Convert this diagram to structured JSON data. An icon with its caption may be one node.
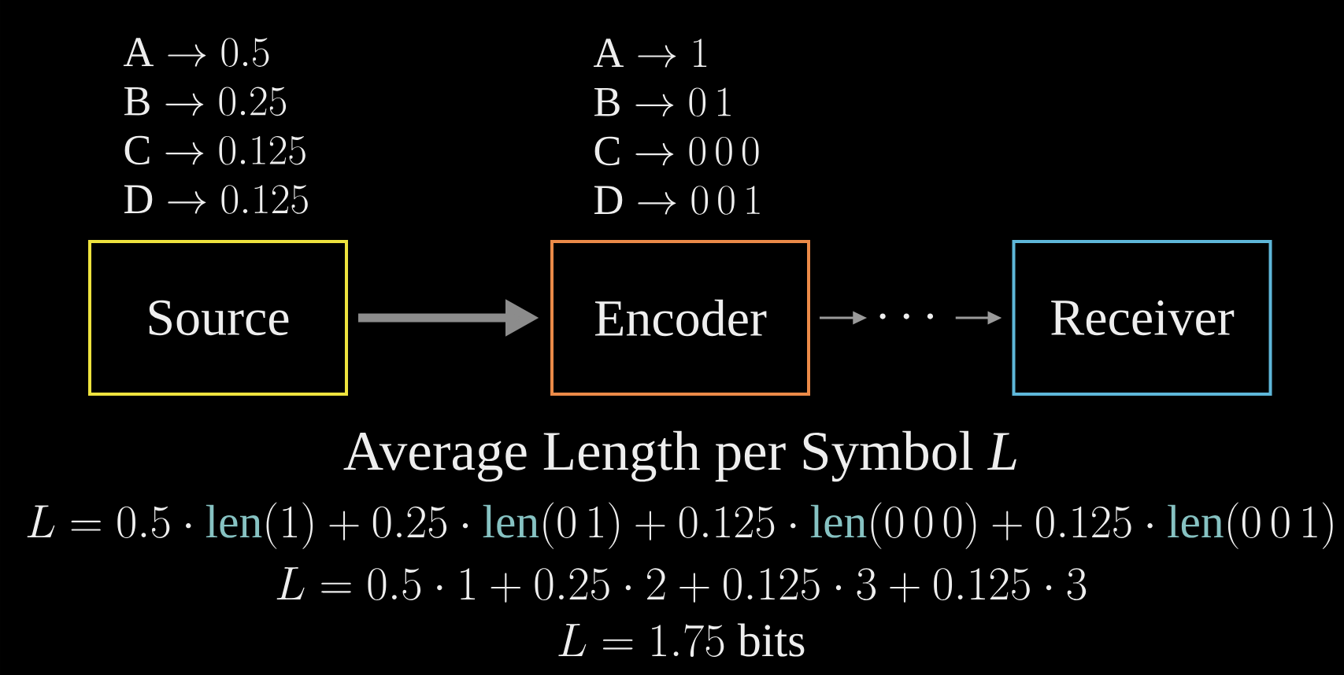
{
  "diagram": {
    "nodes": [
      {
        "text": [
          "Source"
        ],
        "beside": [
          "\\mathrm{A} \\to 0.5",
          "\\mathrm{B} \\to 0.25",
          "\\mathrm{C} \\to 0.125",
          "\\mathrm{D} \\to 0.125"
        ]
      },
      {
        "text": [
          "Encoder"
        ],
        "beside": [
          "\\mathrm{A} \\to 1",
          "\\mathrm{B} \\to 0\\,1",
          "\\mathrm{C} \\to 0\\,0\\,0",
          "\\mathrm{D} \\to 0\\,0\\,1"
        ]
      },
      {
        "text": [
          "\\cdots"
        ]
      },
      {
        "text": [
          "Receiver"
        ]
      }
    ],
    "edges": [
      {
        "from": 0,
        "to": 1,
        "arrow": "to",
        "style": "thick"
      },
      {
        "from": 1,
        "to": 2,
        "arrow": "to"
      },
      {
        "from": 2,
        "to": 3,
        "arrow": "to"
      }
    ],
    "labels": [
      "Average Length per Symbol *L*",
      "L = 0.5 \\cdot \\textcolor[HTML]{86C2C2}{\\operatorname{len}}(1) + 0.25 \\cdot \\textcolor[HTML]{86C2C2}{\\operatorname{len}}(0\\,1) + 0.125 \\cdot \\textcolor[HTML]{86C2C2}{\\operatorname{len}}(0\\,0\\,0) + 0.125 \\cdot \\textcolor[HTML]{86C2C2}{\\operatorname{len}}(0\\,0\\,1)",
      "L = 0.5 \\cdot 1 + 0.25 \\cdot 2 + 0.125 \\cdot 3 + 0.125 \\cdot 3",
      "L = 1.75\\ \\mathrm{bits}"
    ]
  }
}
